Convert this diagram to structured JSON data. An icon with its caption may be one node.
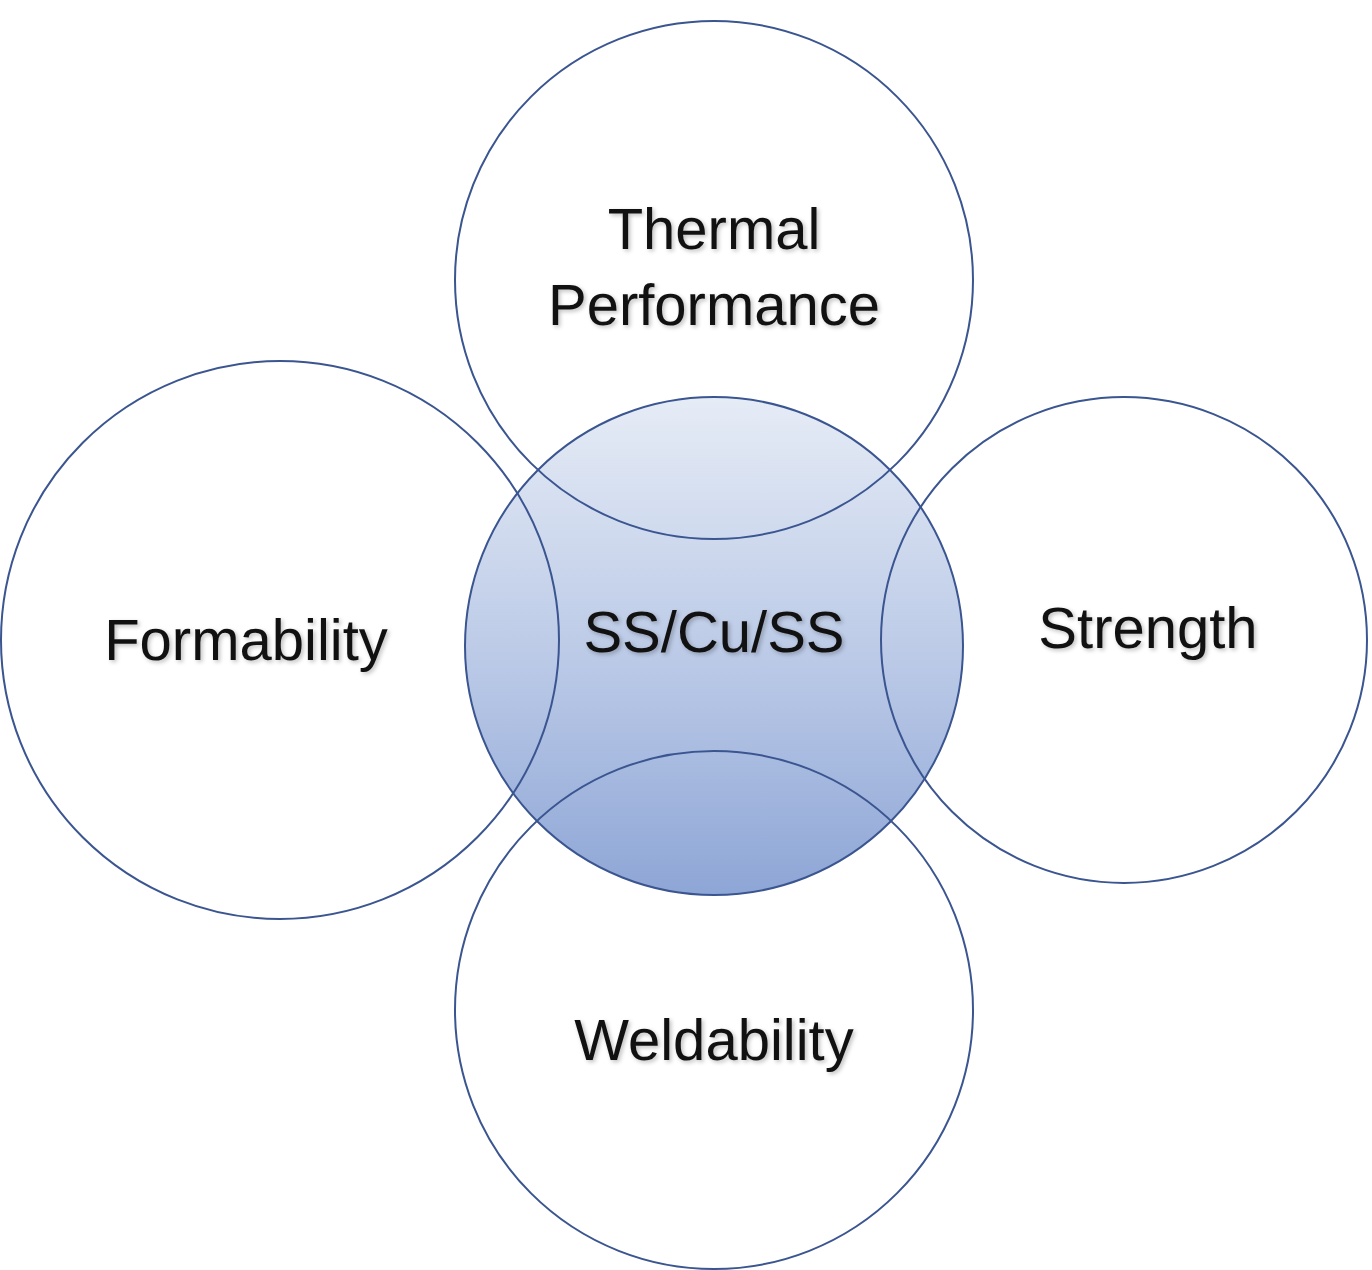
{
  "diagram": {
    "nodes": [
      {
        "text": [
          "Thermal Performance"
        ]
      },
      {
        "text": [
          "Formability"
        ]
      },
      {
        "text": [
          "SS/Cu/SS"
        ]
      },
      {
        "text": [
          "Strength"
        ]
      },
      {
        "text": [
          "Weldability"
        ]
      }
    ]
  }
}
